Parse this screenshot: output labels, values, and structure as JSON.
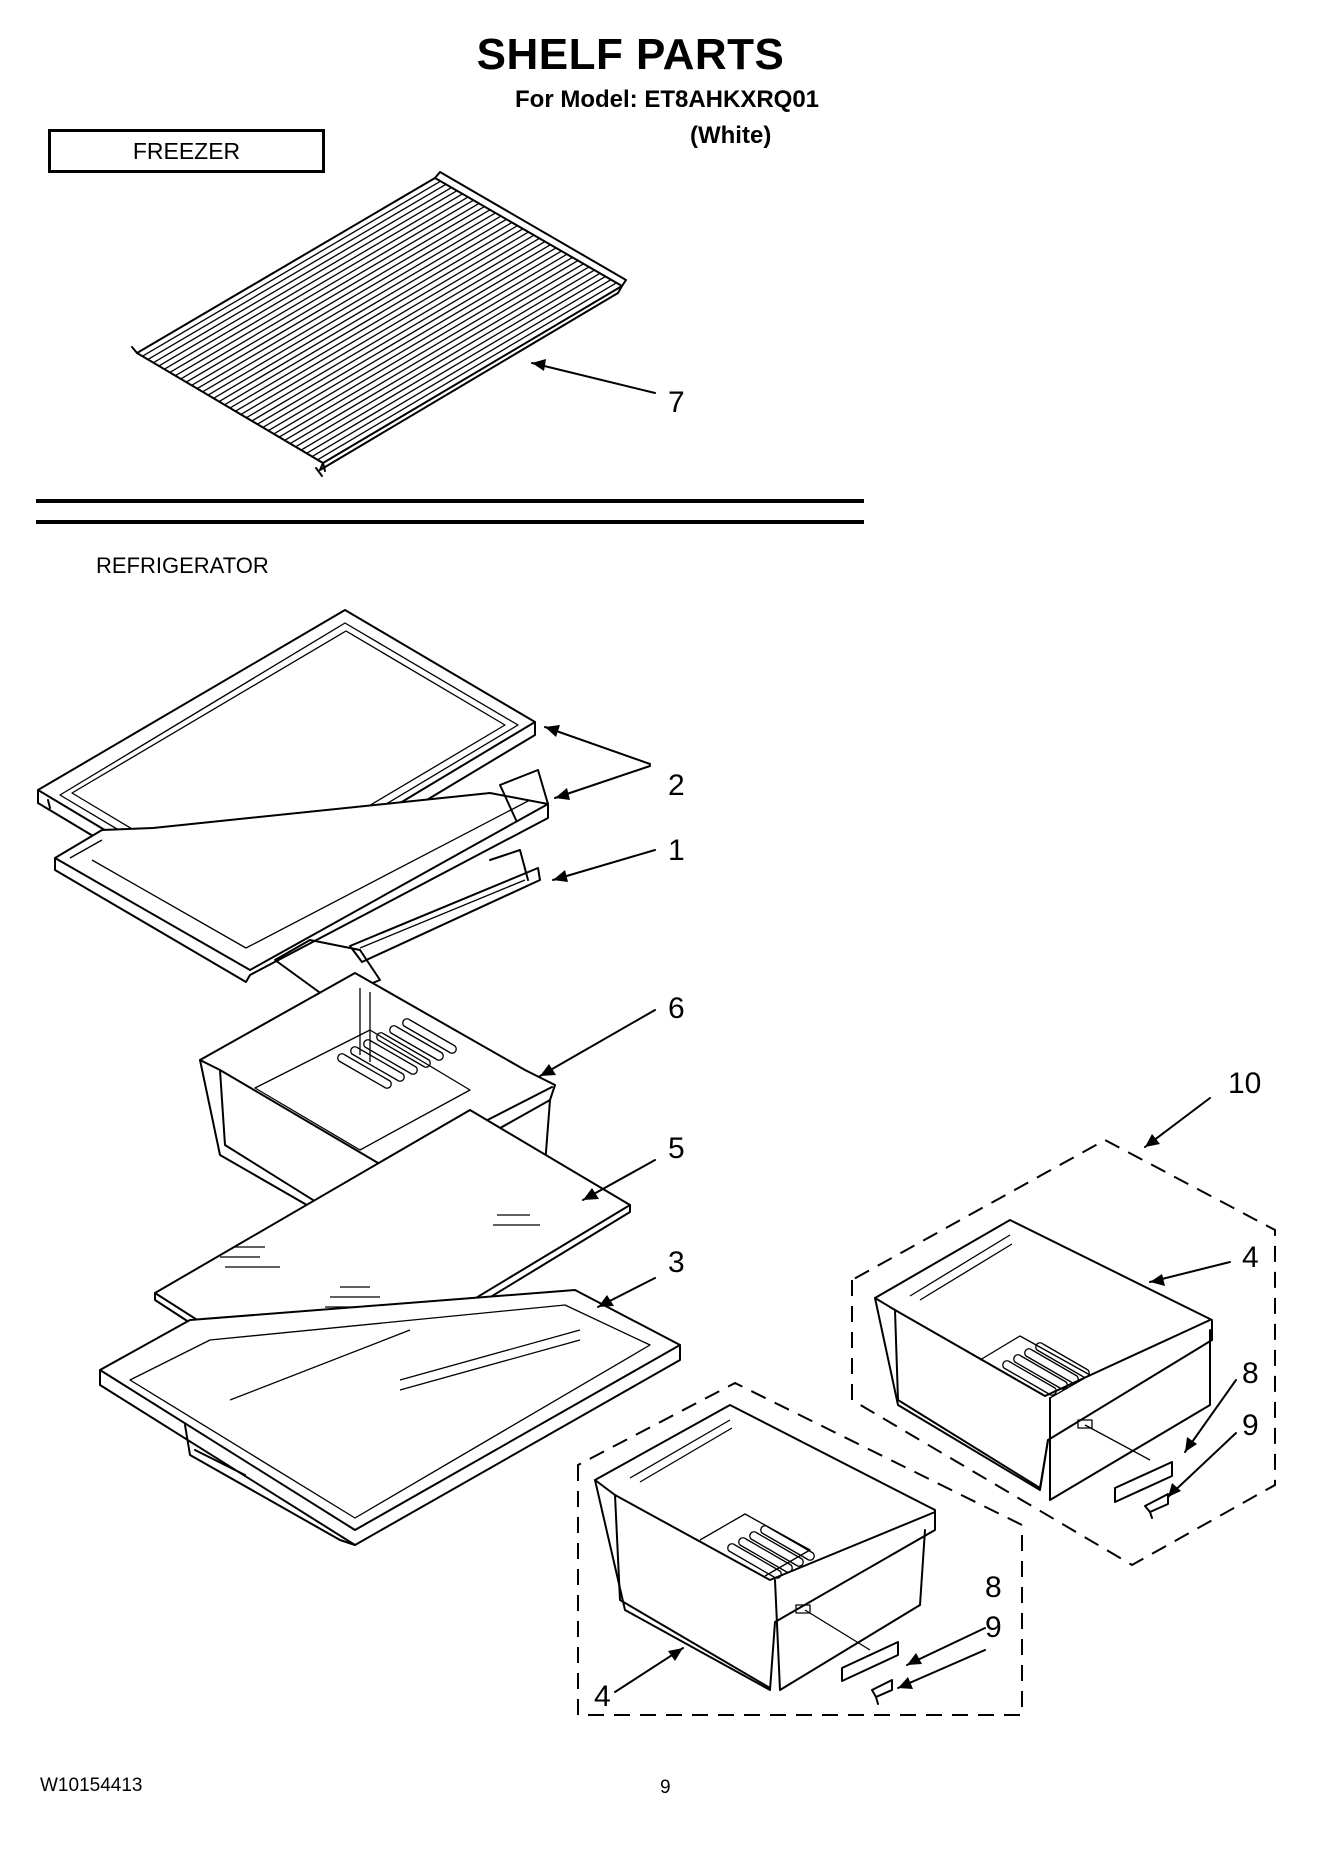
{
  "page": {
    "title": "SHELF PARTS",
    "model_line": "For Model: ET8AHKXRQ01",
    "color_line": "(White)",
    "freezer_label": "FREEZER",
    "refrigerator_label": "REFRIGERATOR",
    "doc_number": "W10154413",
    "page_number": "9"
  },
  "callouts": [
    {
      "id": "callout-7",
      "label": "7"
    },
    {
      "id": "callout-2",
      "label": "2"
    },
    {
      "id": "callout-1",
      "label": "1"
    },
    {
      "id": "callout-6",
      "label": "6"
    },
    {
      "id": "callout-5",
      "label": "5"
    },
    {
      "id": "callout-3",
      "label": "3"
    },
    {
      "id": "callout-10",
      "label": "10"
    },
    {
      "id": "callout-4a",
      "label": "4"
    },
    {
      "id": "callout-8a",
      "label": "8"
    },
    {
      "id": "callout-9a",
      "label": "9"
    },
    {
      "id": "callout-8b",
      "label": "8"
    },
    {
      "id": "callout-9b",
      "label": "9"
    },
    {
      "id": "callout-4b",
      "label": "4"
    }
  ]
}
